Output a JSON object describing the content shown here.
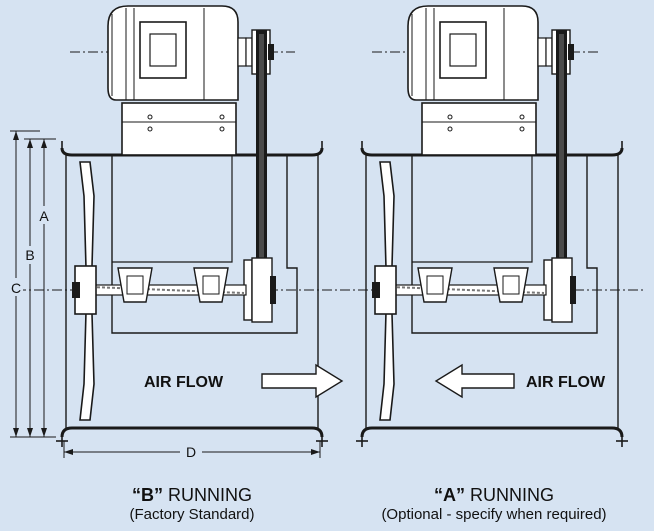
{
  "dimensions": {
    "a": "A",
    "b": "B",
    "c": "C",
    "d": "D"
  },
  "airflow_left": "AIR FLOW",
  "airflow_right": "AIR FLOW",
  "caption_b": {
    "quote": "“B”",
    "running": " RUNNING",
    "sub": "(Factory Standard)"
  },
  "caption_a": {
    "quote": "“A”",
    "running": " RUNNING",
    "sub": "(Optional - specify when required)"
  },
  "colors": {
    "background": "#d6e3f2",
    "line": "#1a1a1a",
    "belt": "#1a1a1a",
    "fill": "#ffffff"
  }
}
